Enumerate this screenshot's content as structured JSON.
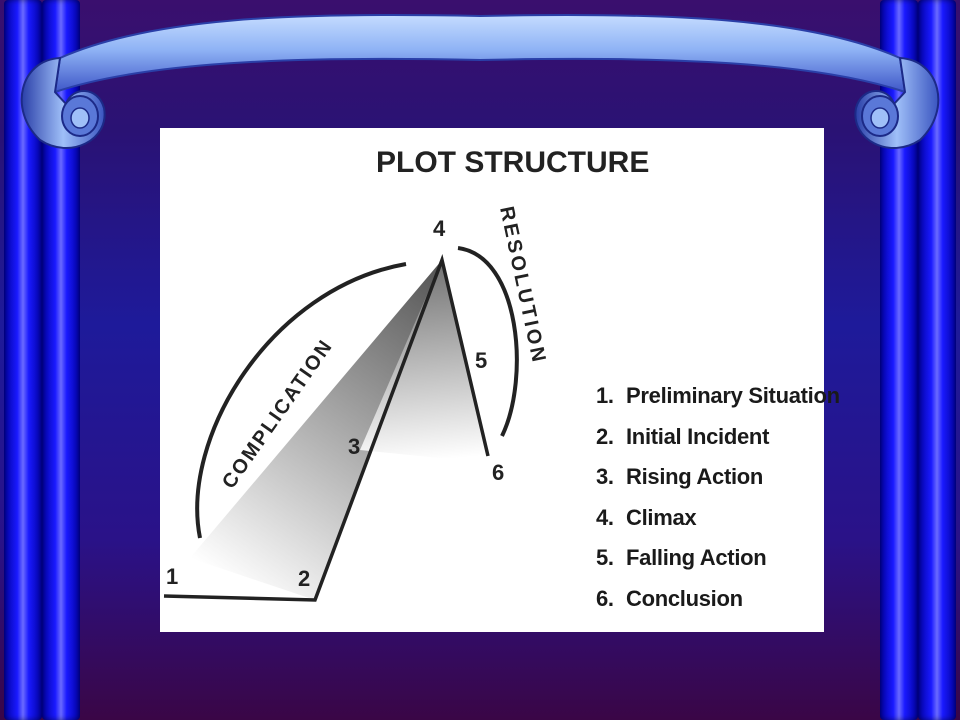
{
  "slide": {
    "colors": {
      "background_top": "#3a0f6e",
      "background_mid": "#1e1a9a",
      "curtain": "#1a1aff",
      "banner": "#8fb3f5",
      "panel": "#ffffff"
    }
  },
  "diagram": {
    "title": "PLOT STRUCTURE",
    "arc_labels": {
      "complication": "COMPLICATION",
      "resolution": "RESOLUTION"
    },
    "point_labels": [
      "1",
      "2",
      "3",
      "4",
      "5",
      "6"
    ],
    "legend": [
      {
        "number": "1.",
        "label": "Preliminary Situation"
      },
      {
        "number": "2.",
        "label": "Initial Incident"
      },
      {
        "number": "3.",
        "label": "Rising Action"
      },
      {
        "number": "4.",
        "label": "Climax"
      },
      {
        "number": "5.",
        "label": "Falling Action"
      },
      {
        "number": "6.",
        "label": "Conclusion"
      }
    ]
  }
}
